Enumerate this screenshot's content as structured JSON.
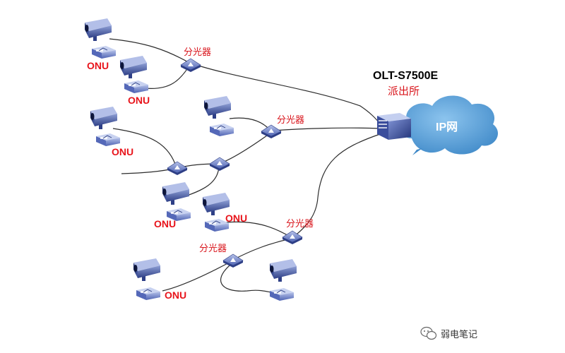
{
  "labels": {
    "onu": "ONU",
    "splitter": "分光器",
    "olt_model": "OLT-S7500E",
    "olt_location": "派出所",
    "network": "IP网"
  },
  "watermark": {
    "text": "弱电笔记",
    "icon": "wechat-icon"
  },
  "colors": {
    "label_red": "#e8141b",
    "device_blue": "#3e55a8",
    "cloud_blue": "#5aa2d8",
    "line": "#2c2c2c"
  },
  "icons": {
    "camera": "cctv-camera-icon",
    "onu": "onu-device-icon",
    "splitter": "optical-splitter-icon",
    "olt": "olt-switch-icon",
    "cloud": "cloud-icon"
  }
}
